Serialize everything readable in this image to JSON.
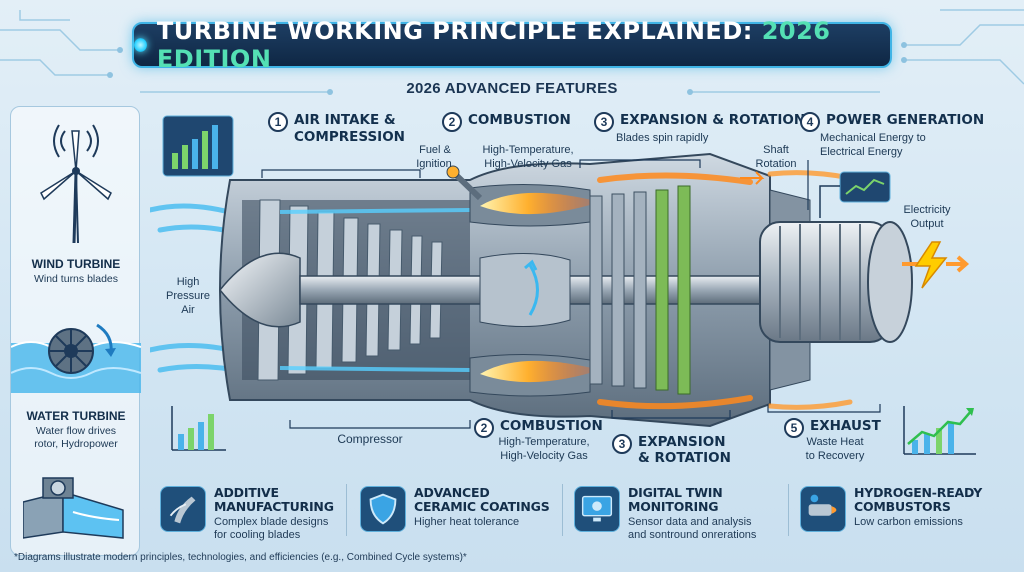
{
  "title": {
    "main": "TURBINE WORKING PRINCIPLE EXPLAINED:",
    "accent": "2026 EDITION"
  },
  "subtitle": "2026 ADVANCED FEATURES",
  "left_panel": {
    "wind": {
      "title": "WIND TURBINE",
      "desc": "Wind turns blades"
    },
    "water": {
      "title": "WATER TURBINE",
      "desc_line1": "Water flow drives",
      "desc_line2": "rotor, Hydropower"
    }
  },
  "stages": {
    "s1": {
      "num": "1",
      "title_line1": "AIR INTAKE &",
      "title_line2": "COMPRESSION"
    },
    "s2": {
      "num": "2",
      "title": "COMBUSTION"
    },
    "s3": {
      "num": "3",
      "title": "EXPANSION & ROTATION",
      "desc": "Blades spin rapidly"
    },
    "s4": {
      "num": "4",
      "title": "POWER GENERATION",
      "desc_line1": "Mechanical Energy to",
      "desc_line2": "Electrical Energy"
    },
    "s2b": {
      "num": "2",
      "title": "COMBUSTION",
      "desc_line1": "High-Temperature,",
      "desc_line2": "High-Velocity Gas"
    },
    "s3b": {
      "num": "3",
      "title_line1": "EXPANSION",
      "title_line2": "& ROTATION"
    },
    "s5": {
      "num": "5",
      "title": "EXHAUST",
      "desc_line1": "Waste Heat",
      "desc_line2": "to Recovery"
    }
  },
  "labels": {
    "fuel_line1": "Fuel &",
    "fuel_line2": "Ignition",
    "gas_line1": "High-Temperature,",
    "gas_line2": "High-Velocity Gas",
    "shaft_line1": "Shaft",
    "shaft_line2": "Rotation",
    "electricity_line1": "Electricity",
    "electricity_line2": "Output",
    "hp_line1": "High",
    "hp_line2": "Pressure",
    "hp_line3": "Air",
    "compressor": "Compressor"
  },
  "features": [
    {
      "icon": "turbine-blade-icon",
      "title_line1": "ADDITIVE",
      "title_line2": "MANUFACTURING",
      "desc_line1": "Complex blade designs",
      "desc_line2": "for cooling blades"
    },
    {
      "icon": "shield-icon",
      "title_line1": "ADVANCED",
      "title_line2": "CERAMIC COATINGS",
      "desc_line1": "Higher heat tolerance",
      "desc_line2": ""
    },
    {
      "icon": "monitor-icon",
      "title_line1": "DIGITAL TWIN",
      "title_line2": "MONITORING",
      "desc_line1": "Sensor data and analysis",
      "desc_line2": "and sontround onrerations"
    },
    {
      "icon": "hydrogen-combustor-icon",
      "title_line1": "HYDROGEN-READY",
      "title_line2": "COMBUSTORS",
      "desc_line1": "Low carbon emissions",
      "desc_line2": ""
    }
  ],
  "footnote": "*Diagrams illustrate modern principles, technologies, and efficiencies (e.g., Combined Cycle systems)*",
  "colors": {
    "banner": "#0f2744",
    "accent_green": "#54e0b4",
    "flame": "#ff8a1c",
    "airflow": "#3ab8f0",
    "lightning": "#ffcc00"
  }
}
